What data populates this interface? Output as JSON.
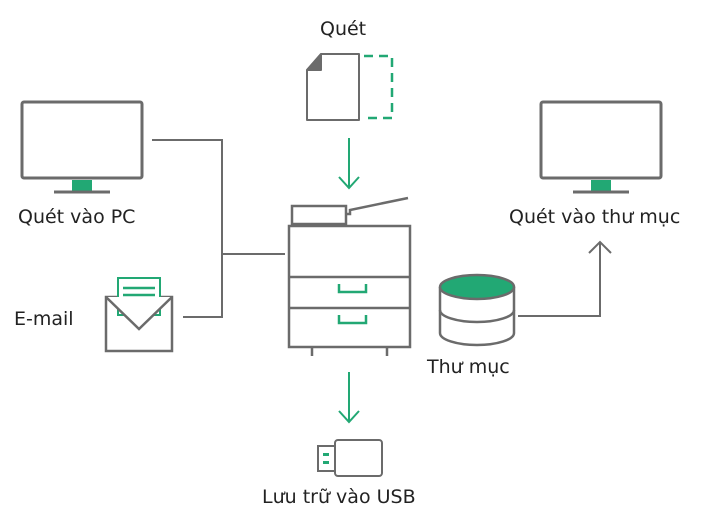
{
  "labels": {
    "scan": "Quét",
    "scan_to_pc": "Quét vào PC",
    "email": "E-mail",
    "scan_to_folder": "Quét vào thư mục",
    "folder": "Thư mục",
    "save_to_usb": "Lưu trữ vào USB"
  },
  "colors": {
    "stroke": "#6b6b6b",
    "accent": "#22a874",
    "text": "#222222"
  },
  "icons": [
    "scan-document-icon",
    "monitor-icon",
    "envelope-icon",
    "printer-icon",
    "database-icon",
    "usb-drive-icon"
  ]
}
